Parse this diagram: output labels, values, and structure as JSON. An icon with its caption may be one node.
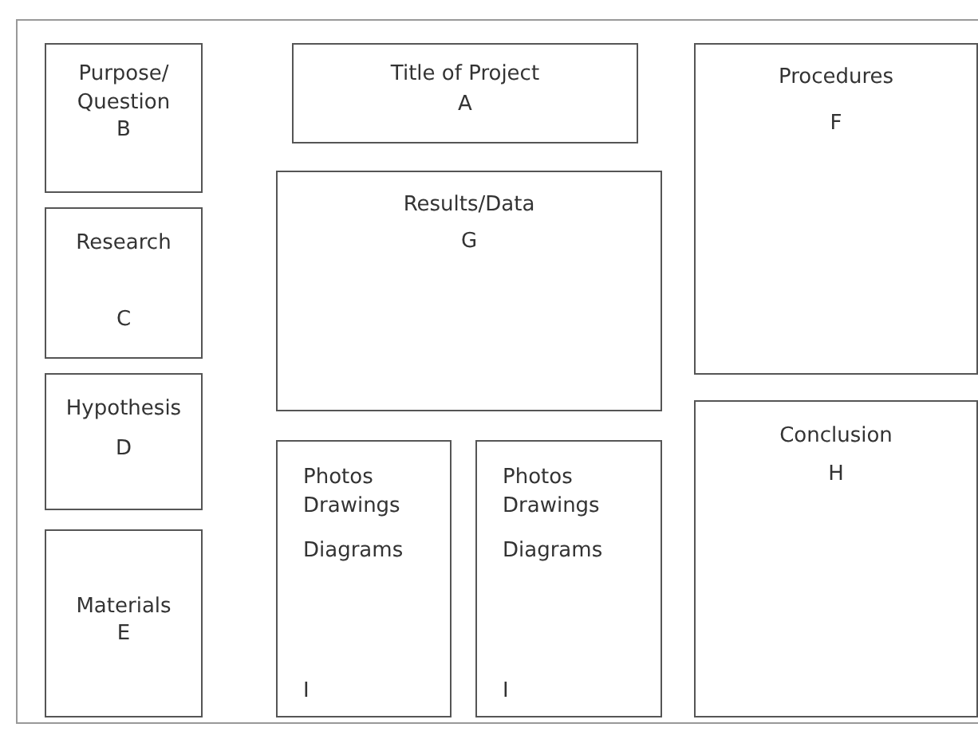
{
  "diagram": {
    "nodes": [
      {
        "text": [
          "Purpose/ Question",
          "B"
        ]
      },
      {
        "text": [
          "Title of Project",
          "A"
        ]
      },
      {
        "text": [
          "Procedures",
          "F"
        ]
      },
      {
        "text": [
          "Results/Data",
          "G"
        ]
      },
      {
        "text": [
          "Research",
          "C"
        ]
      },
      {
        "text": [
          "Hypothesis",
          "D"
        ]
      },
      {
        "text": [
          "Photos Drawings",
          "Diagrams",
          "I"
        ]
      },
      {
        "text": [
          "Photos Drawings",
          "Diagrams",
          "I"
        ]
      },
      {
        "text": [
          "Conclusion",
          "H"
        ]
      },
      {
        "text": [
          "Materials",
          "E"
        ]
      }
    ]
  }
}
